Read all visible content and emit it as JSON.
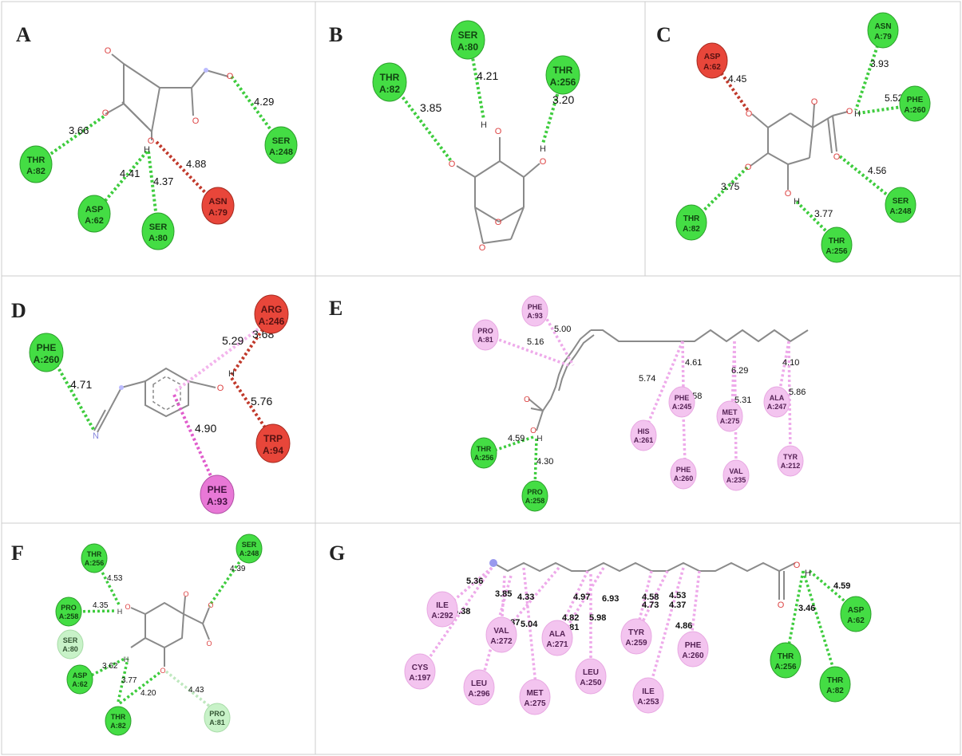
{
  "colors": {
    "hbond_residue": "#44dd44",
    "hbond_line": "#3ecc3e",
    "unfavorable_residue": "#e8463a",
    "unfavorable_line": "#c0392b",
    "pi_residue": "#e878d6",
    "pi_line": "#e05ccc",
    "alkyl_residue": "#f3c4ef",
    "alkyl_line": "#eeaaea",
    "weak_residue": "#c8f2c8",
    "weak_line": "#bfe8bf",
    "bond": "#8a8a8a",
    "oxygen": "#d44",
    "nitrogen": "#9999ee"
  },
  "panels": [
    {
      "label": "A",
      "residues": [
        {
          "l1": "THR",
          "l2": "A:82",
          "kind": "hbond"
        },
        {
          "l1": "ASP",
          "l2": "A:62",
          "kind": "hbond"
        },
        {
          "l1": "SER",
          "l2": "A:80",
          "kind": "hbond"
        },
        {
          "l1": "ASN",
          "l2": "A:79",
          "kind": "unfavorable"
        },
        {
          "l1": "SER",
          "l2": "A:248",
          "kind": "hbond"
        }
      ],
      "distances": [
        "3.66",
        "4.41",
        "4.37",
        "4.88",
        "4.29"
      ],
      "atoms": [
        "O",
        "O",
        "O",
        "O",
        "H",
        "O"
      ]
    },
    {
      "label": "B",
      "residues": [
        {
          "l1": "THR",
          "l2": "A:82",
          "kind": "hbond"
        },
        {
          "l1": "SER",
          "l2": "A:80",
          "kind": "hbond"
        },
        {
          "l1": "THR",
          "l2": "A:256",
          "kind": "hbond"
        }
      ],
      "distances": [
        "3.85",
        "4.21",
        "3.20"
      ],
      "atoms": [
        "H",
        "O",
        "H",
        "O",
        "O",
        "O",
        "O"
      ]
    },
    {
      "label": "C",
      "residues": [
        {
          "l1": "ASP",
          "l2": "A:62",
          "kind": "unfavorable"
        },
        {
          "l1": "ASN",
          "l2": "A:79",
          "kind": "hbond"
        },
        {
          "l1": "PHE",
          "l2": "A:260",
          "kind": "hbond"
        },
        {
          "l1": "SER",
          "l2": "A:248",
          "kind": "hbond"
        },
        {
          "l1": "THR",
          "l2": "A:82",
          "kind": "hbond"
        },
        {
          "l1": "THR",
          "l2": "A:256",
          "kind": "hbond"
        }
      ],
      "distances": [
        "4.45",
        "3.93",
        "5.52",
        "4.56",
        "3.75",
        "3.77"
      ],
      "atoms": [
        "O",
        "O",
        "H",
        "O",
        "O",
        "O",
        "O",
        "H"
      ]
    },
    {
      "label": "D",
      "residues": [
        {
          "l1": "PHE",
          "l2": "A:260",
          "kind": "hbond"
        },
        {
          "l1": "ARG",
          "l2": "A:246",
          "kind": "unfavorable"
        },
        {
          "l1": "TRP",
          "l2": "A:94",
          "kind": "unfavorable"
        },
        {
          "l1": "PHE",
          "l2": "A:93",
          "kind": "pi"
        }
      ],
      "distances": [
        "4.71",
        "5.29",
        "3.68",
        "5.76",
        "4.90"
      ],
      "atoms": [
        "N",
        "O",
        "H"
      ]
    },
    {
      "label": "E",
      "residues": [
        {
          "l1": "PHE",
          "l2": "A:93",
          "kind": "alkyl"
        },
        {
          "l1": "PRO",
          "l2": "A:81",
          "kind": "alkyl"
        },
        {
          "l1": "HIS",
          "l2": "A:261",
          "kind": "alkyl"
        },
        {
          "l1": "PHE",
          "l2": "A:245",
          "kind": "alkyl"
        },
        {
          "l1": "PHE",
          "l2": "A:260",
          "kind": "alkyl"
        },
        {
          "l1": "MET",
          "l2": "A:275",
          "kind": "alkyl"
        },
        {
          "l1": "VAL",
          "l2": "A:235",
          "kind": "alkyl"
        },
        {
          "l1": "ALA",
          "l2": "A:247",
          "kind": "alkyl"
        },
        {
          "l1": "TYR",
          "l2": "A:212",
          "kind": "alkyl"
        },
        {
          "l1": "THR",
          "l2": "A:256",
          "kind": "hbond"
        },
        {
          "l1": "PRO",
          "l2": "A:258",
          "kind": "hbond"
        }
      ],
      "distances": [
        "5.00",
        "5.16",
        "5.74",
        "4.61",
        "4.58",
        "6.29",
        "5.31",
        "4.10",
        "5.86",
        "4.59",
        "4.30"
      ],
      "atoms": [
        "O",
        "O",
        "H"
      ]
    },
    {
      "label": "F",
      "residues": [
        {
          "l1": "THR",
          "l2": "A:256",
          "kind": "hbond"
        },
        {
          "l1": "SER",
          "l2": "A:248",
          "kind": "hbond"
        },
        {
          "l1": "PRO",
          "l2": "A:258",
          "kind": "hbond"
        },
        {
          "l1": "SER",
          "l2": "A:80",
          "kind": "weak"
        },
        {
          "l1": "ASP",
          "l2": "A:62",
          "kind": "hbond"
        },
        {
          "l1": "THR",
          "l2": "A:82",
          "kind": "hbond"
        },
        {
          "l1": "PRO",
          "l2": "A:81",
          "kind": "weak"
        }
      ],
      "distances": [
        "4.53",
        "4.39",
        "4.35",
        "3.62",
        "3.77",
        "4.20",
        "4.43"
      ],
      "atoms": [
        "H",
        "O",
        "O",
        "O",
        "O",
        "O",
        "H"
      ]
    },
    {
      "label": "G",
      "residues": [
        {
          "l1": "ILE",
          "l2": "A:292",
          "kind": "alkyl"
        },
        {
          "l1": "CYS",
          "l2": "A:197",
          "kind": "alkyl"
        },
        {
          "l1": "VAL",
          "l2": "A:272",
          "kind": "alkyl"
        },
        {
          "l1": "LEU",
          "l2": "A:296",
          "kind": "alkyl"
        },
        {
          "l1": "MET",
          "l2": "A:275",
          "kind": "alkyl"
        },
        {
          "l1": "ALA",
          "l2": "A:271",
          "kind": "alkyl"
        },
        {
          "l1": "LEU",
          "l2": "A:250",
          "kind": "alkyl"
        },
        {
          "l1": "TYR",
          "l2": "A:259",
          "kind": "alkyl"
        },
        {
          "l1": "ILE",
          "l2": "A:253",
          "kind": "alkyl"
        },
        {
          "l1": "PHE",
          "l2": "A:260",
          "kind": "alkyl"
        },
        {
          "l1": "THR",
          "l2": "A:256",
          "kind": "hbond"
        },
        {
          "l1": "THR",
          "l2": "A:82",
          "kind": "hbond"
        },
        {
          "l1": "ASP",
          "l2": "A:62",
          "kind": "hbond"
        }
      ],
      "distances": [
        "5.36",
        "5.38",
        "3.85",
        "4.33",
        "5.37",
        "5.04",
        "4.97",
        "4.82",
        "5.81",
        "5.98",
        "6.93",
        "4.58",
        "4.73",
        "4.53",
        "4.37",
        "4.86",
        "4.59",
        "3.46"
      ],
      "atoms": [
        "O",
        "O",
        "H"
      ]
    }
  ]
}
